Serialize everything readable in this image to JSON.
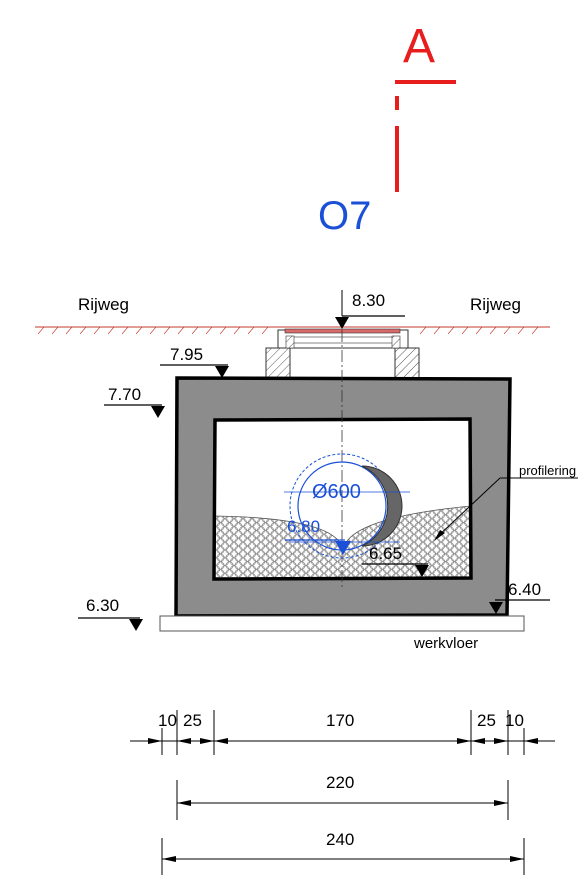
{
  "section": {
    "marker": "A",
    "manhole_id": "O7"
  },
  "road": {
    "left_label": "Rijweg",
    "right_label": "Rijweg"
  },
  "levels": {
    "road_top": "8.30",
    "lid_top": "7.95",
    "chamber_top": "7.70",
    "floor_bottom": "6.30",
    "inner_bottom": "6.40",
    "profile_top": "6.65",
    "pipe_invert": "6.80"
  },
  "pipe": {
    "diameter_label": "Ø600"
  },
  "annotations": {
    "profiling": "profilering",
    "work_floor": "werkvloer"
  },
  "dimensions": {
    "row1": [
      "10",
      "25",
      "170",
      "25",
      "10"
    ],
    "inner_total": "220",
    "outer_total": "240"
  },
  "colors": {
    "concrete": "#8c8c8c",
    "pipe_blue": "#1a4fd8",
    "section_red": "#e81e1e",
    "road_red": "#c0392b"
  }
}
